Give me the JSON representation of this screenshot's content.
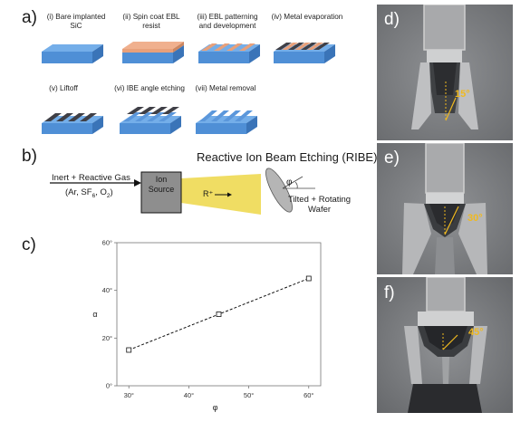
{
  "panel_a": {
    "label": "a)",
    "steps": [
      {
        "line1": "(i) Bare implanted",
        "line2": "SiC"
      },
      {
        "line1": "(ii) Spin coat EBL",
        "line2": "resist"
      },
      {
        "line1": "(iii) EBL patterning",
        "line2": "and development"
      },
      {
        "line1": "(iv) Metal evaporation",
        "line2": ""
      },
      {
        "line1": "(v) Liftoff",
        "line2": ""
      },
      {
        "line1": "(vi) IBE angle etching",
        "line2": ""
      },
      {
        "line1": "(vii) Metal removal",
        "line2": ""
      }
    ],
    "colors": {
      "substrate": "#4f8fd6",
      "resist": "#e8a07a",
      "metal": "#3f3f46"
    }
  },
  "panel_b": {
    "label": "b)",
    "title": "Reactive Ion Beam Etching (RIBE)",
    "gas_line1": "Inert + Reactive Gas",
    "gas_line2_prefix": "(Ar, SF",
    "gas_sub1": "6",
    "gas_mid": ", O",
    "gas_sub2": "2",
    "gas_end": ")",
    "source_line1": "Ion",
    "source_line2": "Source",
    "beam_label": "R⁺",
    "angle_symbol": "φ",
    "wafer_line1": "Tilted + Rotating",
    "wafer_line2": "Wafer",
    "colors": {
      "beam": "#f0dd63",
      "source": "#8e8e8e",
      "wafer": "#b5b5b5"
    }
  },
  "panel_c": {
    "label": "c)",
    "chart_data": {
      "type": "line",
      "x": [
        30,
        45,
        60
      ],
      "y": [
        15,
        30,
        45
      ],
      "xlabel": "φ",
      "ylabel": "α",
      "xticks": [
        "30°",
        "40°",
        "50°",
        "60°"
      ],
      "yticks": [
        "0°",
        "20°",
        "40°",
        "60°"
      ],
      "xlim": [
        28,
        62
      ],
      "ylim": [
        0,
        60
      ],
      "grid": false,
      "line_style": "dashed",
      "marker": "square"
    }
  },
  "panel_d": {
    "label": "d)",
    "angle": "15°"
  },
  "panel_e": {
    "label": "e)",
    "angle": "30°"
  },
  "panel_f": {
    "label": "f)",
    "angle": "45°"
  },
  "accent": "#f0b91f"
}
